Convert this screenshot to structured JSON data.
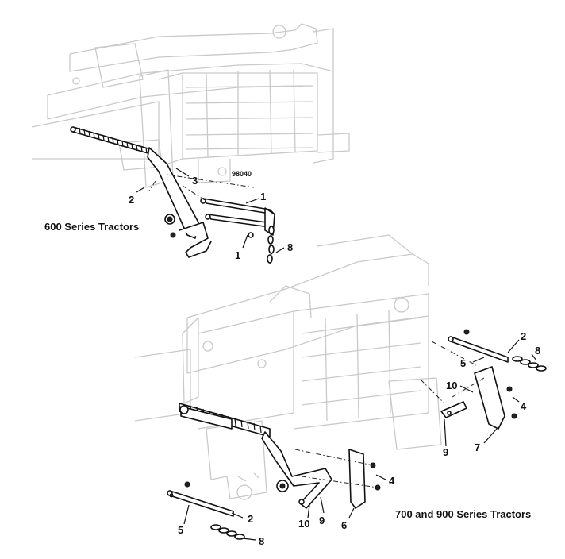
{
  "drawing_number": "98040",
  "captions": {
    "top": "600 Series Tractors",
    "bottom": "700 and 900 Series Tractors"
  },
  "callouts": {
    "top": [
      "3",
      "2",
      "1",
      "1",
      "8"
    ],
    "bottom": [
      "2",
      "8",
      "5",
      "10",
      "4",
      "9",
      "7",
      "4",
      "9",
      "10",
      "6",
      "5",
      "2",
      "8"
    ]
  }
}
